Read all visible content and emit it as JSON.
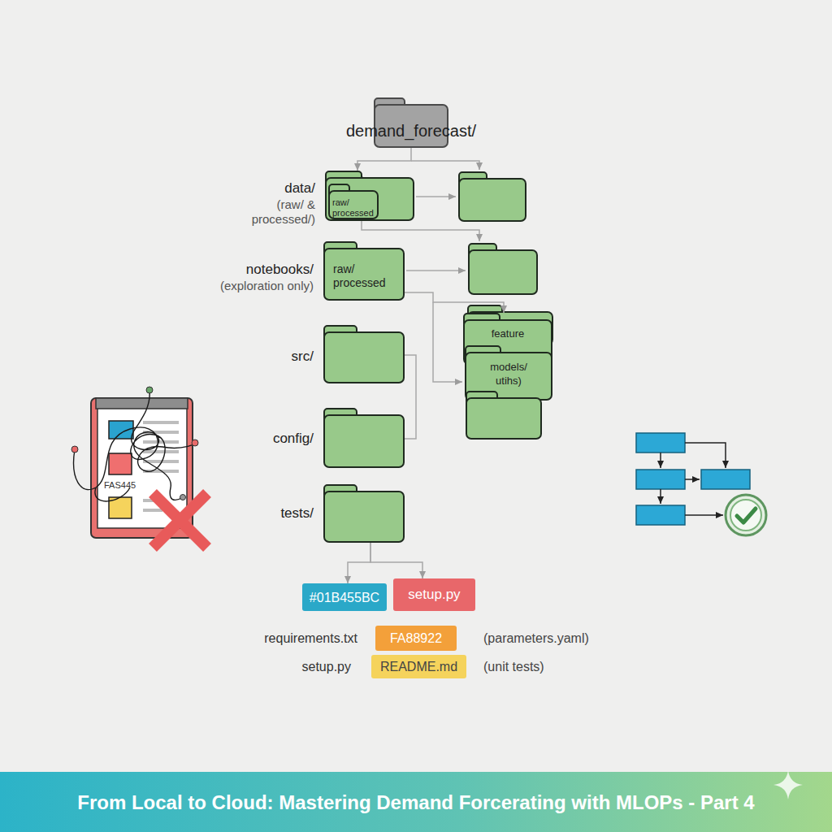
{
  "diagram": {
    "caption": "From Local to Cloud: Mastering Demand Forcerating with MLOPs - Part 4",
    "nodes": [
      {
        "text": [
          "demand_forecast/"
        ]
      },
      {
        "text": [
          "data/",
          "(raw/ & processed/)"
        ]
      },
      {
        "text": [
          "raw/ processed"
        ],
        "in": 1
      },
      {
        "text": [
          "notebooks/",
          "(exploration only)",
          "raw/ processed"
        ]
      },
      {
        "text": [
          "feature"
        ]
      },
      {
        "text": [
          "models/ utihs)"
        ]
      },
      {
        "text": [
          "src/"
        ]
      },
      {
        "text": [
          "config/"
        ]
      },
      {
        "text": [
          "tests/"
        ]
      },
      {
        "text": [
          "#01B455BC"
        ]
      },
      {
        "text": [
          "setup.py"
        ]
      },
      {
        "text": [
          "FA88922"
        ]
      },
      {
        "text": [
          "README.md"
        ]
      }
    ],
    "edges": [
      {
        "from": 0,
        "to": 1,
        "arrow": "to"
      },
      {
        "from": 3,
        "to": 4,
        "arrow": "to"
      },
      {
        "from": 6,
        "to": 7,
        "arrow": "none"
      },
      {
        "from": 8,
        "to": 9,
        "arrow": "to"
      },
      {
        "from": 8,
        "to": 10,
        "arrow": "to"
      }
    ],
    "labels": [
      "FAS445",
      "requirements.txt",
      "(parameters.yaml)",
      "setup.py",
      "(unit tests)"
    ]
  }
}
